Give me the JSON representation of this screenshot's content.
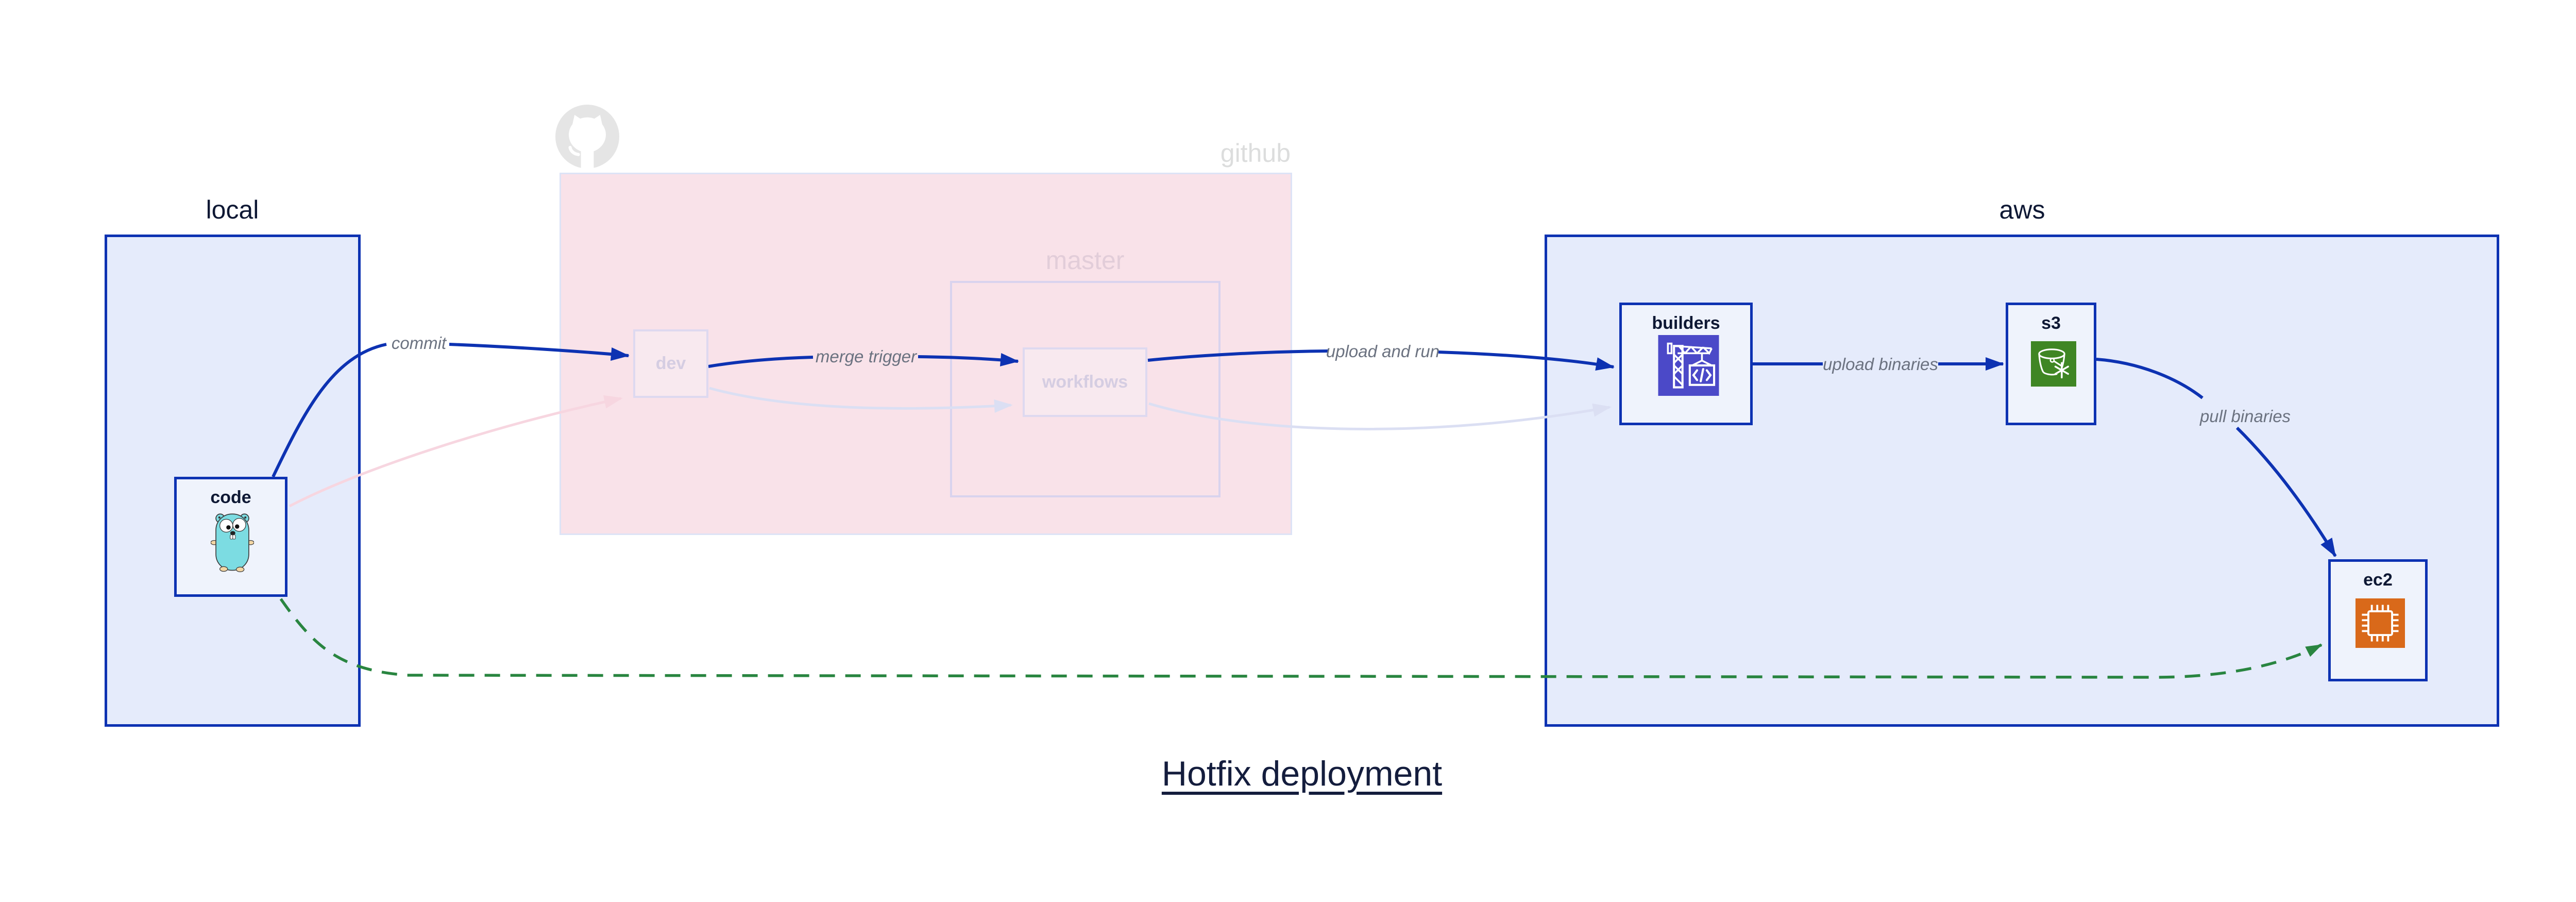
{
  "title": {
    "text": "Hotfix deployment"
  },
  "groups": {
    "local": {
      "label": "local"
    },
    "github": {
      "label": "github",
      "master_label": "master"
    },
    "aws": {
      "label": "aws"
    }
  },
  "nodes": {
    "code": {
      "label": "code",
      "icon": "go-gopher-icon"
    },
    "dev": {
      "label": "dev"
    },
    "workflows": {
      "label": "workflows"
    },
    "builders": {
      "label": "builders",
      "icon": "codebuild-crane-icon"
    },
    "s3": {
      "label": "s3",
      "icon": "s3-bucket-icon"
    },
    "ec2": {
      "label": "ec2",
      "icon": "ec2-chip-icon"
    }
  },
  "edges": {
    "commit": {
      "label": "commit",
      "style": "solid blue"
    },
    "merge_trigger": {
      "label": "merge trigger",
      "style": "solid blue"
    },
    "upload_and_run": {
      "label": "upload and run",
      "style": "solid blue"
    },
    "upload_binaries": {
      "label": "upload binaries",
      "style": "solid blue"
    },
    "pull_binaries": {
      "label": "pull binaries",
      "style": "solid blue"
    },
    "hotfix_direct": {
      "label": "",
      "style": "dashed green code to ec2"
    },
    "faded_code_dev": {
      "label": "",
      "style": "faded pink"
    },
    "faded_dev_workflows": {
      "label": "",
      "style": "faded lavender"
    },
    "faded_workflows_builders": {
      "label": "",
      "style": "faded lavender"
    }
  },
  "icons": {
    "github": "github-octocat-icon",
    "code": "go-gopher-icon",
    "builders": "codebuild-crane-icon",
    "s3": "s3-bucket-icon",
    "ec2": "ec2-chip-icon"
  },
  "colors": {
    "edge_blue": "#0d32b2",
    "container_fill": "#e5ebfb",
    "node_fill": "#eff3fc",
    "github_pink": "#f9e2e9",
    "green_dashed": "#298540",
    "faded_pink_edge": "#f7d6e0",
    "faded_lavender_edge": "#dbdff3",
    "edge_label_gray": "#6b7280",
    "codebuild_indigo": "#4b49c8",
    "s3_green": "#3f8624",
    "ec2_orange": "#d9691a",
    "octocat_gray": "#e5e5e5",
    "gopher_teal": "#7cdce2"
  }
}
